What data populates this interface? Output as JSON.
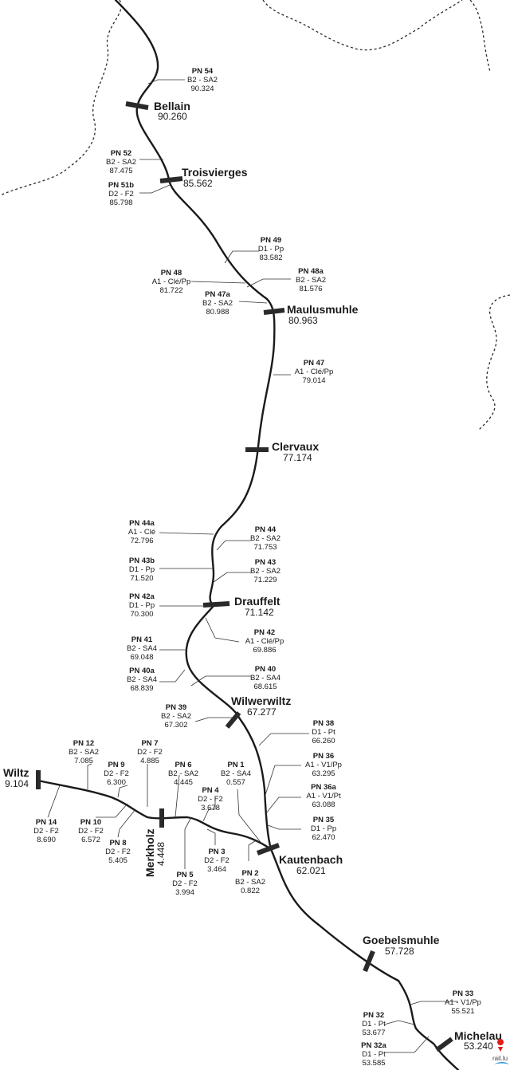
{
  "stations": [
    {
      "name": "Bellain",
      "km": "90.260"
    },
    {
      "name": "Troisvierges",
      "km": "85.562"
    },
    {
      "name": "Maulusmuhle",
      "km": "80.963"
    },
    {
      "name": "Clervaux",
      "km": "77.174"
    },
    {
      "name": "Drauffelt",
      "km": "71.142"
    },
    {
      "name": "Wilwerwiltz",
      "km": "67.277"
    },
    {
      "name": "Wiltz",
      "km": "9.104"
    },
    {
      "name": "Merkholz",
      "km": "4.448"
    },
    {
      "name": "Kautenbach",
      "km": "62.021"
    },
    {
      "name": "Goebelsmuhle",
      "km": "57.728"
    },
    {
      "name": "Michelau",
      "km": "53.240"
    }
  ],
  "crossings": [
    {
      "id": "PN 54",
      "type": "B2 - SA2",
      "km": "90.324"
    },
    {
      "id": "PN 52",
      "type": "B2 - SA2",
      "km": "87.475"
    },
    {
      "id": "PN 51b",
      "type": "D2 - F2",
      "km": "85.798"
    },
    {
      "id": "PN 49",
      "type": "D1 - Pp",
      "km": "83.582"
    },
    {
      "id": "PN 48",
      "type": "A1 - Clé/Pp",
      "km": "81.722"
    },
    {
      "id": "PN 48a",
      "type": "B2 - SA2",
      "km": "81.576"
    },
    {
      "id": "PN 47a",
      "type": "B2 - SA2",
      "km": "80.988"
    },
    {
      "id": "PN 47",
      "type": "A1 - Clé/Pp",
      "km": "79.014"
    },
    {
      "id": "PN 44a",
      "type": "A1 - Clé",
      "km": "72.796"
    },
    {
      "id": "PN 44",
      "type": "B2 - SA2",
      "km": "71.753"
    },
    {
      "id": "PN 43b",
      "type": "D1 - Pp",
      "km": "71.520"
    },
    {
      "id": "PN 43",
      "type": "B2 - SA2",
      "km": "71.229"
    },
    {
      "id": "PN 42a",
      "type": "D1 - Pp",
      "km": "70.300"
    },
    {
      "id": "PN 42",
      "type": "A1 - Clé/Pp",
      "km": "69.886"
    },
    {
      "id": "PN 41",
      "type": "B2 - SA4",
      "km": "69.048"
    },
    {
      "id": "PN 40a",
      "type": "B2 - SA4",
      "km": "68.839"
    },
    {
      "id": "PN 40",
      "type": "B2 - SA4",
      "km": "68.615"
    },
    {
      "id": "PN 39",
      "type": "B2 - SA2",
      "km": "67.302"
    },
    {
      "id": "PN 38",
      "type": "D1 - Pt",
      "km": "66.260"
    },
    {
      "id": "PN 36",
      "type": "A1 - V1/Pp",
      "km": "63.295"
    },
    {
      "id": "PN 36a",
      "type": "A1 - V1/Pt",
      "km": "63.088"
    },
    {
      "id": "PN 35",
      "type": "D1 - Pp",
      "km": "62.470"
    },
    {
      "id": "PN 12",
      "type": "B2 - SA2",
      "km": "7.085"
    },
    {
      "id": "PN 7",
      "type": "D2 - F2",
      "km": "4.885"
    },
    {
      "id": "PN 9",
      "type": "D2 - F2",
      "km": "6.300"
    },
    {
      "id": "PN 6",
      "type": "B2 - SA2",
      "km": "4.445"
    },
    {
      "id": "PN 1",
      "type": "B2 - SA4",
      "km": "0.557"
    },
    {
      "id": "PN 4",
      "type": "D2 - F2",
      "km": "3.678"
    },
    {
      "id": "PN 14",
      "type": "D2 - F2",
      "km": "8.690"
    },
    {
      "id": "PN 10",
      "type": "D2 - F2",
      "km": "6.572"
    },
    {
      "id": "PN 8",
      "type": "D2 - F2",
      "km": "5.405"
    },
    {
      "id": "PN 5",
      "type": "D2 - F2",
      "km": "3.994"
    },
    {
      "id": "PN 3",
      "type": "D2 - F2",
      "km": "3.464"
    },
    {
      "id": "PN 2",
      "type": "B2 - SA2",
      "km": "0.822"
    },
    {
      "id": "PN 33",
      "type": "A1 - V1/Pp",
      "km": "55.521"
    },
    {
      "id": "PN 32",
      "type": "D1 - Pt",
      "km": "53.677"
    },
    {
      "id": "PN 32a",
      "type": "D1 - Pt",
      "km": "53.585"
    }
  ],
  "logo": {
    "text": "rail.lu",
    "icon": "map-pin-icon"
  }
}
